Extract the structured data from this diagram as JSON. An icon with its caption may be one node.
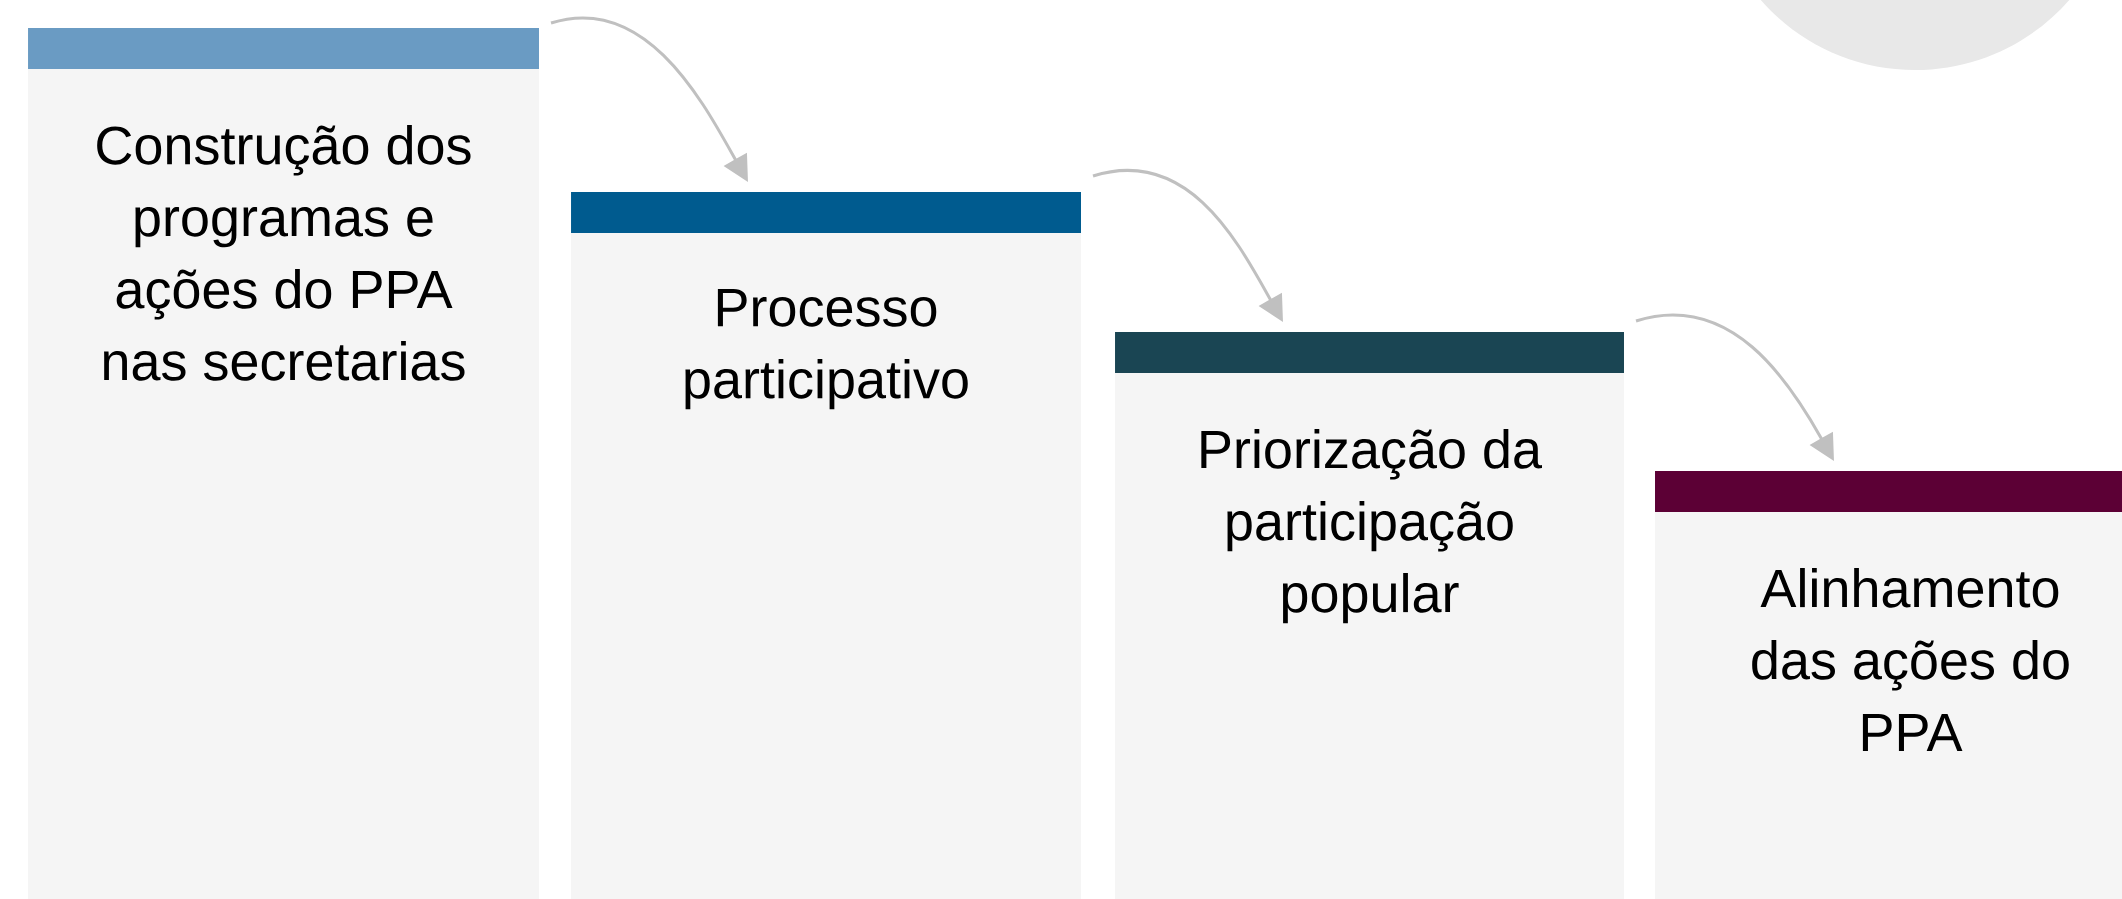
{
  "diagram": {
    "nodes": [
      {
        "text": [
          "Construção dos programas e ações do PPA nas secretarias"
        ]
      },
      {
        "text": [
          "Processo participativo"
        ]
      },
      {
        "text": [
          "Priorização da participação popular"
        ]
      },
      {
        "text": [
          "Alinhamento das ações do PPA"
        ]
      }
    ],
    "edges": [
      {
        "from": 0,
        "to": 1,
        "arrow": "to"
      },
      {
        "from": 1,
        "to": 2,
        "arrow": "to"
      },
      {
        "from": 2,
        "to": 3,
        "arrow": "to"
      }
    ]
  }
}
